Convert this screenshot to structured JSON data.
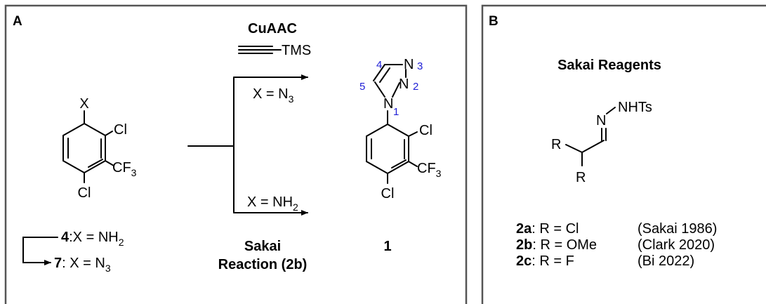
{
  "panel_a": {
    "label": "A",
    "top_reaction": {
      "title": "CuAAC",
      "reagent": "TMS",
      "condition_prefix": "X = N",
      "condition_sub": "3"
    },
    "bottom_reaction": {
      "condition_prefix": "X = NH",
      "condition_sub": "2",
      "name_line1": "Sakai",
      "name_line2": "Reaction (2b)"
    },
    "start_material": {
      "x_label": "X",
      "cl_ortho": "Cl",
      "cf": "CF",
      "cf_sub": "3",
      "cl_para": "Cl"
    },
    "compounds": [
      {
        "num": "4",
        "text": ":X = NH",
        "sub": "2"
      },
      {
        "num": "7",
        "text": ": X = N",
        "sub": "3"
      }
    ],
    "product": {
      "label": "1",
      "n": "N",
      "cl_ortho": "Cl",
      "cf": "CF",
      "cf_sub": "3",
      "cl_para": "Cl",
      "pos_1": "1",
      "pos_2": "2",
      "pos_3": "3",
      "pos_4": "4",
      "pos_5": "5"
    }
  },
  "panel_b": {
    "label": "B",
    "title": "Sakai Reagents",
    "nhts": "NHTs",
    "n": "N",
    "r": "R",
    "reagents": [
      {
        "id": "2a",
        "text": ": R = Cl",
        "ref": "(Sakai 1986)"
      },
      {
        "id": "2b",
        "text": ": R = OMe",
        "ref": "(Clark 2020)"
      },
      {
        "id": "2c",
        "text": ": R = F",
        "ref": "(Bi 2022)"
      }
    ]
  }
}
